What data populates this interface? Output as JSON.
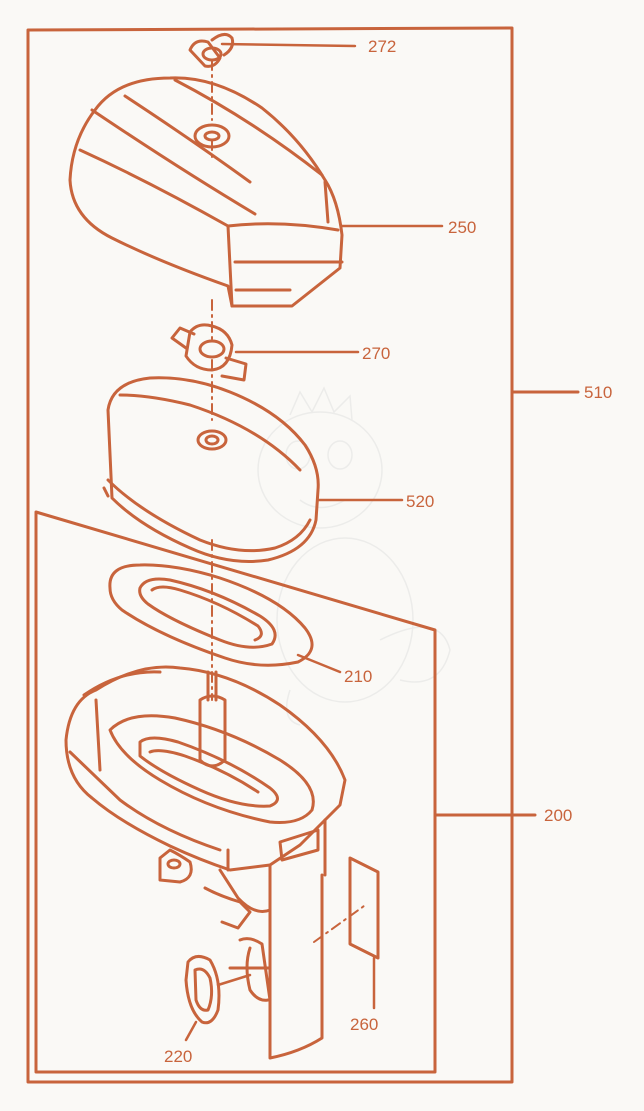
{
  "colors": {
    "ink": "#c8643c",
    "background": "#faf9f6",
    "watermark": "#ececea"
  },
  "labels": {
    "ref_272": "272",
    "ref_250": "250",
    "ref_270": "270",
    "ref_510": "510",
    "ref_520": "520",
    "ref_210": "210",
    "ref_200": "200",
    "ref_260": "260",
    "ref_220": "220"
  },
  "parts": [
    {
      "ref": "272",
      "icon": "wing-nut-icon"
    },
    {
      "ref": "250",
      "icon": "air-filter-cover-icon"
    },
    {
      "ref": "270",
      "icon": "wing-nut-icon"
    },
    {
      "ref": "520",
      "icon": "filter-element-icon"
    },
    {
      "ref": "210",
      "icon": "gasket-icon"
    },
    {
      "ref": "200",
      "icon": "air-filter-base-icon"
    },
    {
      "ref": "260",
      "icon": "plate-icon"
    },
    {
      "ref": "220",
      "icon": "gasket-icon"
    }
  ],
  "assemblies": [
    {
      "ref": "510"
    },
    {
      "ref": "200"
    }
  ]
}
